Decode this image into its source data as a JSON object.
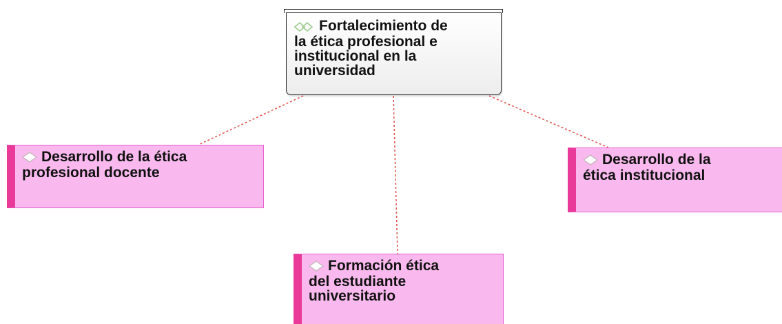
{
  "colors": {
    "link_line": "#e0584f",
    "child_fill": "#f9b9ee",
    "child_accent": "#e93a9a",
    "root_icon": "#9ccc8f",
    "child_icon": "#c9b7bf"
  },
  "root": {
    "icon": "double-chevron-left-icon",
    "text": "Fortalecimiento de\nla ética profesional e\ninstitucional en la\nuniversidad"
  },
  "children": [
    {
      "icon": "diamond-icon",
      "text": "Desarrollo de la ética\nprofesional docente"
    },
    {
      "icon": "diamond-icon",
      "text": "Desarrollo de la\nética institucional"
    },
    {
      "icon": "diamond-icon",
      "text": "Formación ética\ndel estudiante\nuniversitario"
    }
  ]
}
